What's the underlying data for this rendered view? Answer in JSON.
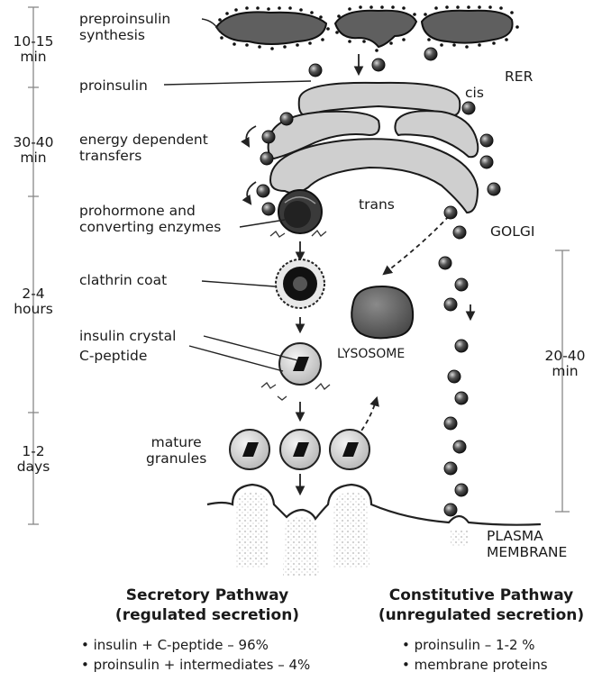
{
  "timeline": {
    "left": [
      "10-15\nmin",
      "30-40\nmin",
      "2-4\nhours",
      "1-2\ndays"
    ],
    "right": "20-40\nmin"
  },
  "labels": {
    "preproinsulin": "preproinsulin\nsynthesis",
    "proinsulin": "proinsulin",
    "energy": "energy dependent\ntransfers",
    "prohormone": "prohormone and\nconverting enzymes",
    "clathrin": "clathrin coat",
    "insulin_crystal": "insulin crystal",
    "cpeptide": "C-peptide",
    "mature": "mature\ngranules",
    "rer": "RER",
    "cis": "cis",
    "trans": "trans",
    "golgi": "GOLGI",
    "lysosome": "LYSOSOME",
    "plasma": "PLASMA\nMEMBRANE"
  },
  "secretory": {
    "title": "Secretory Pathway",
    "subtitle": "(regulated secretion)",
    "items": [
      "insulin + C-peptide – 96%",
      "proinsulin + intermediates – 4%"
    ]
  },
  "constitutive": {
    "title": "Constitutive Pathway",
    "subtitle": "(unregulated secretion)",
    "items": [
      "proinsulin – 1-2 %",
      "membrane proteins"
    ]
  }
}
